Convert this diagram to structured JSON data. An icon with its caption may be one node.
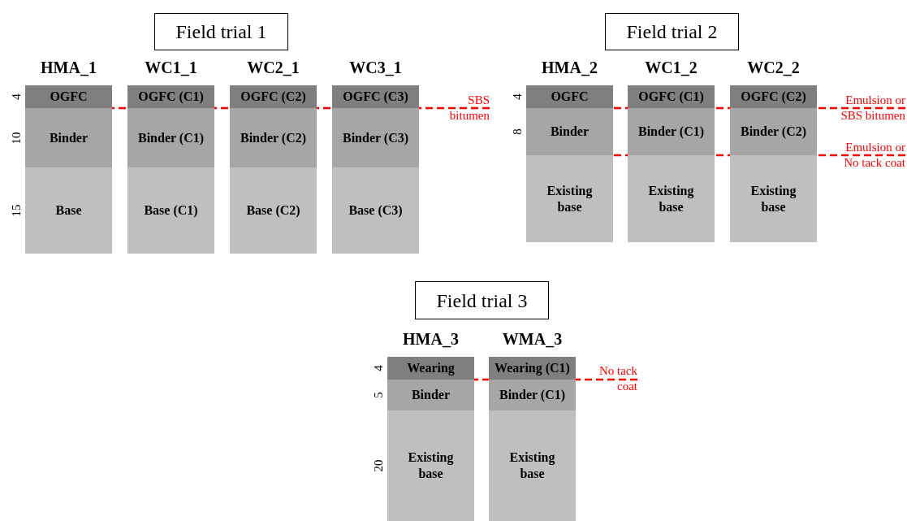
{
  "diagram": {
    "nodes": [
      {
        "text": [
          "Field trial 1"
        ]
      },
      {
        "text": [
          "Field trial 2"
        ]
      },
      {
        "text": [
          "OGFC"
        ],
        "beside": [
          "4"
        ]
      },
      {
        "text": [
          "OGFC (C1)"
        ]
      },
      {
        "text": [
          "OGFC (C2)"
        ]
      },
      {
        "text": [
          "OGFC (C3)"
        ]
      },
      {
        "text": [
          "OGFC"
        ],
        "beside": [
          "4"
        ]
      },
      {
        "text": [
          "OGFC (C1)"
        ]
      },
      {
        "text": [
          "OGFC (C2)"
        ]
      },
      {
        "text": [
          "Binder"
        ],
        "beside": [
          "10"
        ]
      },
      {
        "text": [
          "Binder (C1)"
        ]
      },
      {
        "text": [
          "Binder (C2)"
        ]
      },
      {
        "text": [
          "Binder (C3)"
        ]
      },
      {
        "text": [
          "Binder"
        ],
        "beside": [
          "8"
        ]
      },
      {
        "text": [
          "Binder (C1)"
        ]
      },
      {
        "text": [
          "Binder (C2)"
        ]
      },
      {
        "text": [
          "Base"
        ],
        "beside": [
          "15"
        ]
      },
      {
        "text": [
          "Base (C1)"
        ]
      },
      {
        "text": [
          "Base (C2)"
        ]
      },
      {
        "text": [
          "Base (C3)"
        ]
      },
      {
        "text": [
          "Existing base"
        ]
      },
      {
        "text": [
          "Existing base"
        ]
      },
      {
        "text": [
          "Existing base"
        ]
      },
      {
        "text": [
          "Field trial 3"
        ]
      },
      {
        "text": [
          "Wearing"
        ],
        "beside": [
          "4"
        ]
      },
      {
        "text": [
          "Wearing (C1)"
        ]
      },
      {
        "text": [
          "Binder"
        ],
        "beside": [
          "5"
        ]
      },
      {
        "text": [
          "Binder (C1)"
        ]
      },
      {
        "text": [
          "Existing base"
        ],
        "beside": [
          "20"
        ]
      },
      {
        "text": [
          "Existing base"
        ]
      },
      {
        "text": [
          "SBS bitumen"
        ]
      },
      {
        "text": [
          "Emulsion or SBS bitumen"
        ]
      },
      {
        "text": [
          "Emulsion or No tack coat"
        ]
      },
      {
        "text": [
          "No tack coat"
        ]
      }
    ],
    "edges": [
      {
        "from": 30,
        "to": 2,
        "arrow": "none",
        "style": "dashed",
        "color": "#ff0000"
      },
      {
        "from": 31,
        "to": 6,
        "arrow": "none",
        "style": "dashed",
        "color": "#ff0000"
      },
      {
        "from": 32,
        "to": 13,
        "arrow": "none",
        "style": "dashed",
        "color": "#ff0000"
      },
      {
        "from": 33,
        "to": 24,
        "arrow": "none",
        "style": "dashed",
        "color": "#ff0000"
      }
    ],
    "labels": [
      "HMA_1",
      "WC1_1",
      "WC2_1",
      "WC3_1",
      "HMA_2",
      "WC1_2",
      "WC2_2",
      "HMA_3",
      "WMA_3"
    ]
  }
}
